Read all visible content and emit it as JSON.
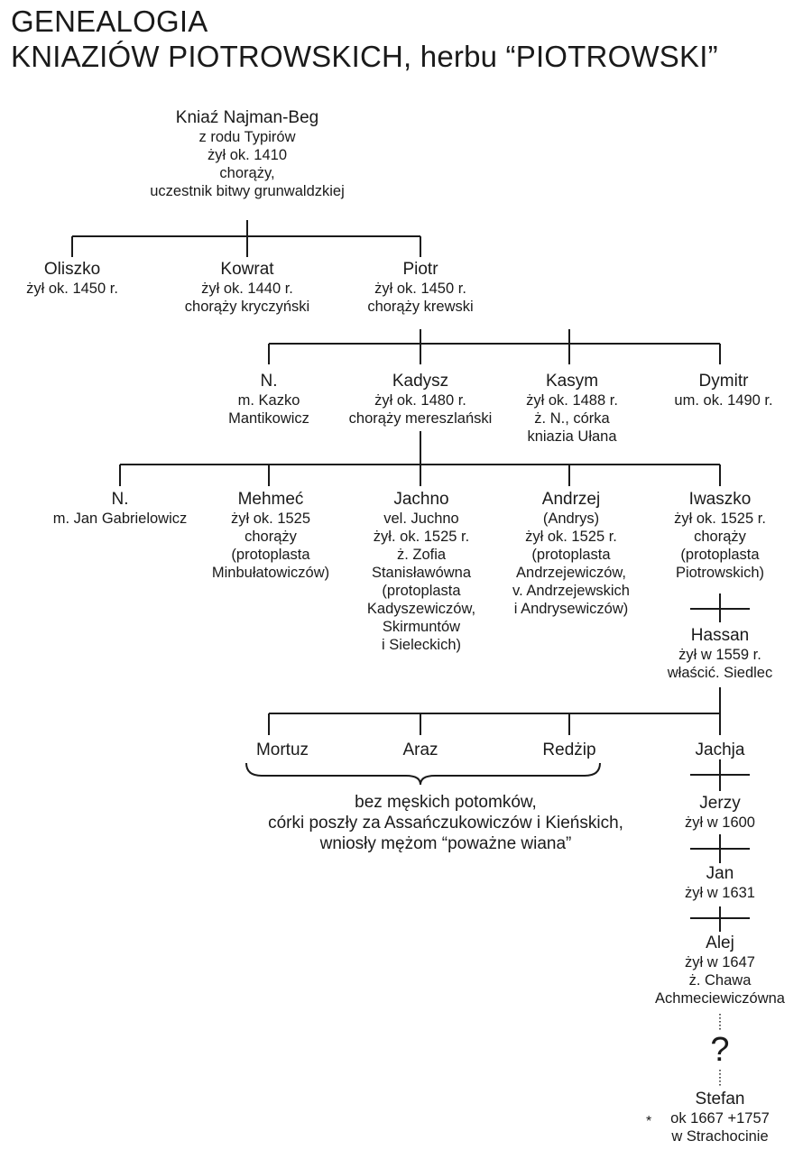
{
  "title_line1": "GENEALOGIA",
  "title_line2": "KNIAZIÓW PIOTROWSKICH, herbu “PIOTROWSKI”",
  "people": {
    "najman": {
      "name": "Kniaź Najman-Beg",
      "lines": [
        "z rodu Typirów",
        "żył ok. 1410",
        "chorąży,",
        "uczestnik bitwy grunwaldzkiej"
      ]
    },
    "oliszko": {
      "name": "Oliszko",
      "lines": [
        "żył ok. 1450 r."
      ]
    },
    "kowrat": {
      "name": "Kowrat",
      "lines": [
        "żył ok. 1440 r.",
        "chorąży kryczyński"
      ]
    },
    "piotr": {
      "name": "Piotr",
      "lines": [
        "żył ok. 1450 r.",
        "chorąży krewski"
      ]
    },
    "n1": {
      "name": "N.",
      "lines": [
        "m. Kazko",
        "Mantikowicz"
      ]
    },
    "kadysz": {
      "name": "Kadysz",
      "lines": [
        "żył ok. 1480 r.",
        "chorąży mereszlański"
      ]
    },
    "kasym": {
      "name": "Kasym",
      "lines": [
        "żył ok. 1488 r.",
        "ż. N., córka",
        "kniazia Ułana"
      ]
    },
    "dymitr": {
      "name": "Dymitr",
      "lines": [
        "um. ok. 1490 r."
      ]
    },
    "n2": {
      "name": "N.",
      "lines": [
        "m. Jan Gabrielowicz"
      ]
    },
    "mehmec": {
      "name": "Mehmeć",
      "lines": [
        "żył ok. 1525",
        "chorąży",
        "(protoplasta",
        "Minbułatowiczów)"
      ]
    },
    "jachno": {
      "name": "Jachno",
      "lines": [
        "vel. Juchno",
        "żył. ok. 1525 r.",
        "ż. Zofia",
        "Stanisławówna",
        "(protoplasta",
        "Kadyszewiczów,",
        "Skirmuntów",
        "i Sieleckich)"
      ]
    },
    "andrzej": {
      "name": "Andrzej",
      "lines": [
        "(Andrys)",
        "żył ok. 1525 r.",
        "(protoplasta",
        "Andrzejewiczów,",
        "v. Andrzejewskich",
        "i Andrysewiczów)"
      ]
    },
    "iwaszko": {
      "name": "Iwaszko",
      "lines": [
        "żył ok. 1525 r.",
        "chorąży",
        "(protoplasta",
        "Piotrowskich)"
      ]
    },
    "hassan": {
      "name": "Hassan",
      "lines": [
        "żył w 1559 r.",
        "właścić. Siedlec"
      ]
    },
    "mortuz": {
      "name": "Mortuz",
      "lines": []
    },
    "araz": {
      "name": "Araz",
      "lines": []
    },
    "redzip": {
      "name": "Redżip",
      "lines": []
    },
    "jachja": {
      "name": "Jachja",
      "lines": []
    },
    "jerzy": {
      "name": "Jerzy",
      "lines": [
        "żył w 1600"
      ]
    },
    "jan": {
      "name": "Jan",
      "lines": [
        "żył w 1631"
      ]
    },
    "alej": {
      "name": "Alej",
      "lines": [
        "żył w 1647",
        "ż. Chawa",
        "Achmeciewiczówna"
      ]
    },
    "stefan": {
      "name": "Stefan",
      "lines": [
        "ok 1667 +1757",
        "w Strachocinie"
      ]
    }
  },
  "brace_note": [
    "bez męskich potomków,",
    "córki poszły za Assańczukowiczów i Kieńskich,",
    "wniosły mężom “poważne wiana”"
  ],
  "question_mark": "?",
  "birth_symbol": "*",
  "line_color": "#1a1a1a"
}
